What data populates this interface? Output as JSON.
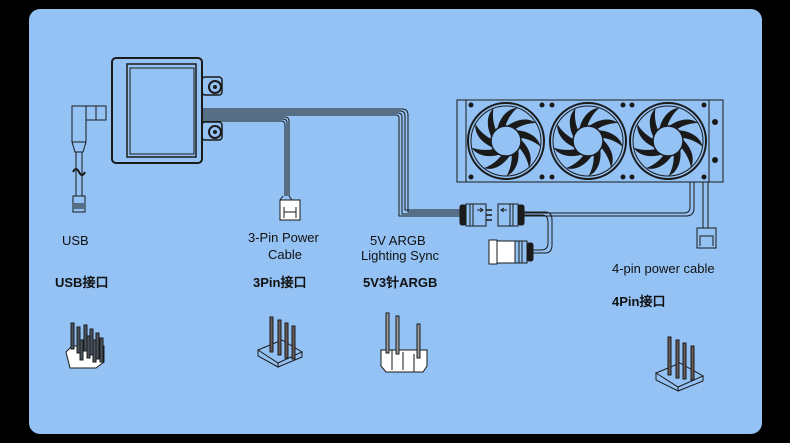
{
  "diagram": {
    "title": "AIO liquid cooler cable connection diagram",
    "background_color": "#94c2f4",
    "line_color": "#1a1a1a",
    "components": {
      "pump": "pump-block",
      "radiator": "triple-fan-radiator",
      "fans": 3
    },
    "connectors": [
      {
        "id": "usb",
        "label_en": "USB",
        "label_cn": "USB接口"
      },
      {
        "id": "3pin",
        "label_en_line1": "3-Pin Power",
        "label_en_line2": "Cable",
        "label_cn": "3Pin接口"
      },
      {
        "id": "argb",
        "label_en_line1": "5V ARGB",
        "label_en_line2": "Lighting Sync",
        "label_cn": "5V3针ARGB"
      },
      {
        "id": "4pin",
        "label_en": "4-pin power cable",
        "label_cn": "4Pin接口"
      }
    ]
  }
}
